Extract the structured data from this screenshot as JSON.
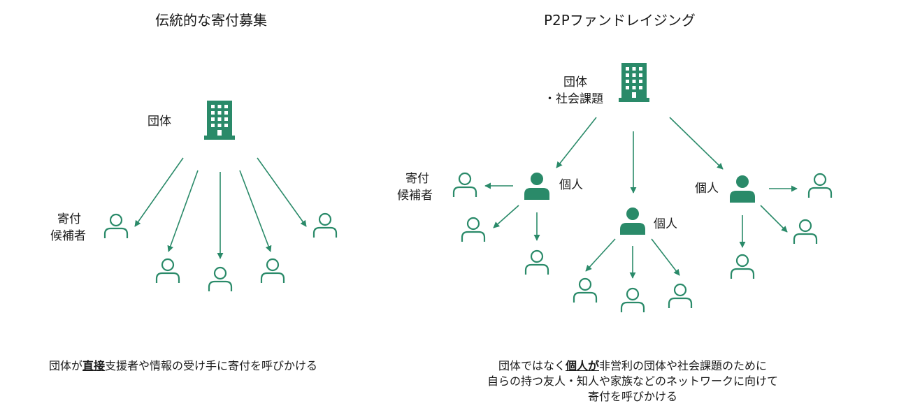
{
  "left": {
    "title": "伝統的な寄付募集",
    "org_label": "団体",
    "donor_label_1": "寄付",
    "donor_label_2": "候補者",
    "caption_pre": "団体が",
    "caption_bold": "直接",
    "caption_post": "支援者や情報の受け手に寄付を呼びかける"
  },
  "right": {
    "title": "P2Pファンドレイジング",
    "org_label_1": "団体",
    "org_label_2": "・社会課題",
    "donor_label_1": "寄付",
    "donor_label_2": "候補者",
    "individual_label": "個人",
    "caption_line1_pre": "団体ではなく",
    "caption_line1_bold": "個人が",
    "caption_line1_post": "非営利の団体や社会課題のために",
    "caption_line2": "自らの持つ友人・知人や家族などのネットワークに向けて",
    "caption_line3": "寄付を呼びかける"
  },
  "colors": {
    "accent": "#2a8a69",
    "text": "#1a1a1a"
  }
}
